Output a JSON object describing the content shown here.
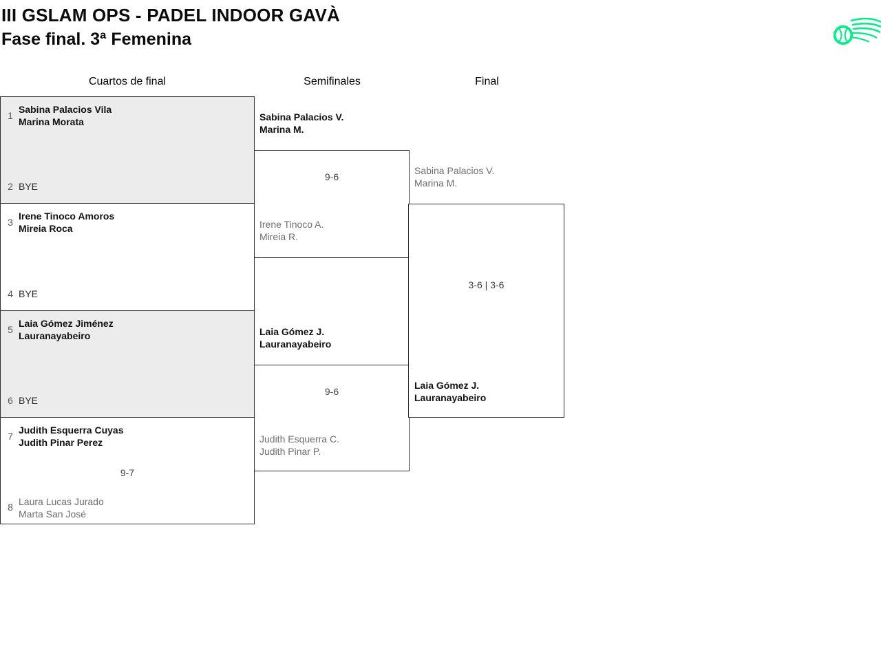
{
  "header": {
    "title": "III GSLAM OPS - PADEL INDOOR GAVÀ",
    "subtitle": "Fase final. 3ª Femenina"
  },
  "logo": {
    "icon": "padel-ball-swoosh",
    "color": "#0CE98A"
  },
  "rounds": {
    "quarterfinals_label": "Cuartos de final",
    "semifinals_label": "Semifinales",
    "final_label": "Final"
  },
  "quarterfinals": [
    {
      "seed_top": "1",
      "top": [
        "Sabina Palacios Vila",
        "Marina Morata"
      ],
      "top_result": "winner",
      "seed_bottom": "2",
      "bottom": [
        "BYE"
      ]
    },
    {
      "seed_top": "3",
      "top": [
        "Irene Tinoco Amoros",
        "Mireia Roca"
      ],
      "top_result": "winner",
      "seed_bottom": "4",
      "bottom": [
        "BYE"
      ]
    },
    {
      "seed_top": "5",
      "top": [
        "Laia Gómez Jiménez",
        "Lauranayabeiro"
      ],
      "top_result": "winner",
      "seed_bottom": "6",
      "bottom": [
        "BYE"
      ]
    },
    {
      "seed_top": "7",
      "top": [
        "Judith Esquerra Cuyas",
        "Judith Pinar Perez"
      ],
      "top_result": "winner",
      "seed_bottom": "8",
      "bottom": [
        "Laura Lucas Jurado",
        "Marta San José"
      ],
      "bottom_result": "loser",
      "score": "9-7"
    }
  ],
  "semifinals": [
    {
      "top": [
        "Sabina Palacios V.",
        "Marina M."
      ],
      "top_result": "winner",
      "score": "9-6",
      "bottom": [
        "Irene Tinoco A.",
        "Mireia R."
      ],
      "bottom_result": "loser"
    },
    {
      "top": [
        "Laia Gómez J.",
        "Lauranayabeiro"
      ],
      "top_result": "winner",
      "score": "9-6",
      "bottom": [
        "Judith Esquerra C.",
        "Judith Pinar P."
      ],
      "bottom_result": "loser"
    }
  ],
  "final": {
    "top": [
      "Sabina Palacios V.",
      "Marina M."
    ],
    "top_result": "loser",
    "score": "3-6 | 3-6",
    "bottom": [
      "Laia Gómez J.",
      "Lauranayabeiro"
    ],
    "bottom_result": "winner"
  }
}
